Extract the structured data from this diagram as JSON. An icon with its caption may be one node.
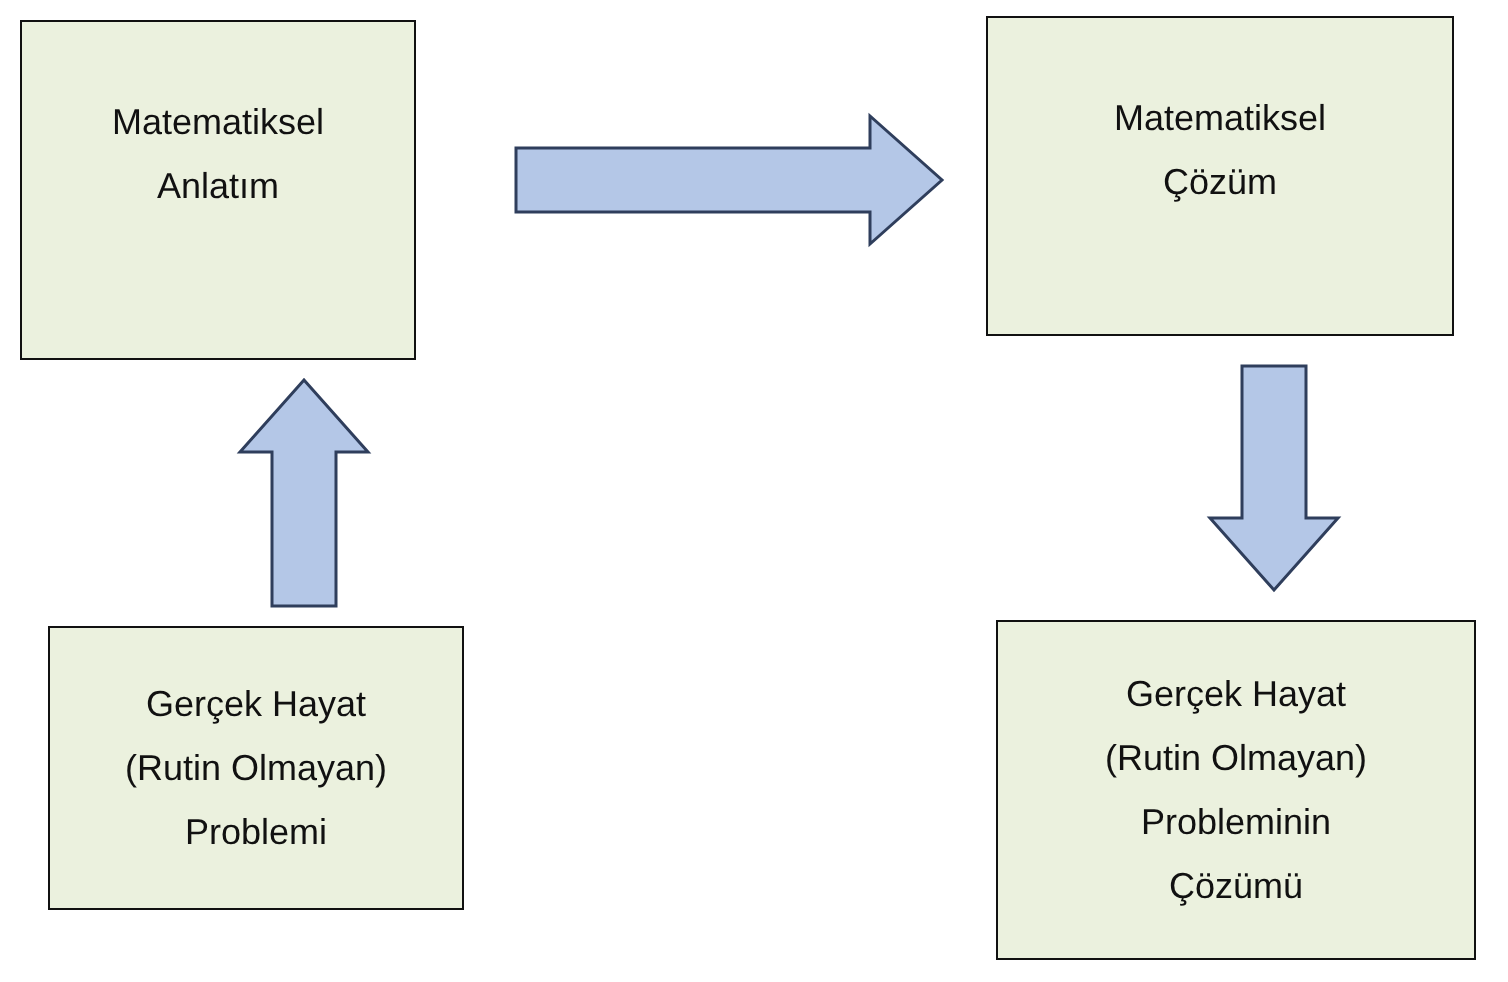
{
  "diagram": {
    "nodes": [
      {
        "text": [
          "Matematiksel Anlatım"
        ]
      },
      {
        "text": [
          "Matematiksel Çözüm"
        ]
      },
      {
        "text": [
          "Gerçek Hayat (Rutin Olmayan) Problemi"
        ]
      },
      {
        "text": [
          "Gerçek Hayat (Rutin Olmayan) Probleminin Çözümü"
        ]
      }
    ],
    "edges": [
      {
        "from": 2,
        "to": 0,
        "arrow": "to"
      },
      {
        "from": 0,
        "to": 1,
        "arrow": "to"
      },
      {
        "from": 1,
        "to": 3,
        "arrow": "to"
      }
    ]
  }
}
